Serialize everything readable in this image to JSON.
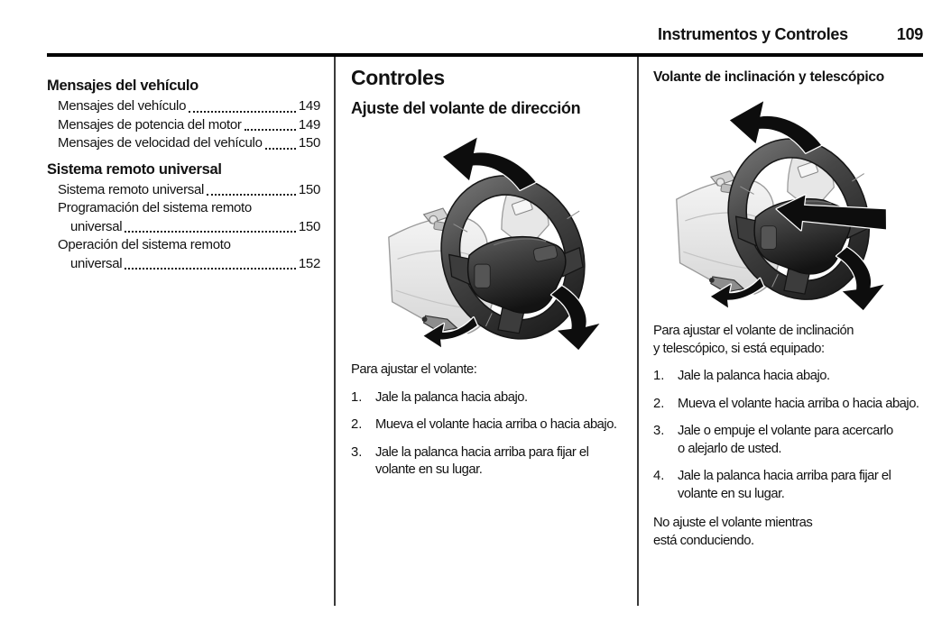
{
  "header": {
    "section_title": "Instrumentos y Controles",
    "page_number": "109"
  },
  "toc": {
    "sections": [
      {
        "title": "Mensajes del vehículo",
        "items": [
          {
            "text": "Mensajes del vehículo",
            "page": "149"
          },
          {
            "text": "Mensajes de potencia del motor",
            "page": "149"
          },
          {
            "text": "Mensajes de velocidad del vehículo",
            "page": "150"
          }
        ]
      },
      {
        "title": "Sistema remoto universal",
        "items": [
          {
            "text": "Sistema remoto universal",
            "page": "150"
          },
          {
            "text": "Programación del sistema remoto",
            "text2": "universal",
            "page": "150"
          },
          {
            "text": "Operación del sistema remoto",
            "text2": "universal",
            "page": "152"
          }
        ]
      }
    ]
  },
  "controls": {
    "title": "Controles",
    "subtitle": "Ajuste del volante de dirección",
    "figure": "steering-wheel-with-tilt-arrows",
    "intro": "Para ajustar el volante:",
    "steps": [
      {
        "num": "1.",
        "text": "Jale la palanca hacia abajo."
      },
      {
        "num": "2.",
        "text": "Mueva el volante hacia arriba o hacia abajo."
      },
      {
        "num": "3.",
        "text": "Jale la palanca hacia arriba para fijar el\nvolante en su lugar."
      }
    ]
  },
  "tilt": {
    "title": "Volante de inclinación y telescópico",
    "figure": "steering-wheel-with-tilt-and-telescopic-arrows",
    "intro": "Para ajustar el volante de inclinación\ny telescópico, si está equipado:",
    "steps": [
      {
        "num": "1.",
        "text": "Jale la palanca hacia abajo."
      },
      {
        "num": "2.",
        "text": "Mueva el volante hacia arriba o hacia abajo."
      },
      {
        "num": "3.",
        "text": "Jale o empuje el volante para acercarlo\no alejarlo de usted."
      },
      {
        "num": "4.",
        "text": "Jale la palanca hacia arriba para fijar el\nvolante en su lugar."
      }
    ],
    "note": "No ajuste el volante mientras\nestá conduciendo."
  }
}
